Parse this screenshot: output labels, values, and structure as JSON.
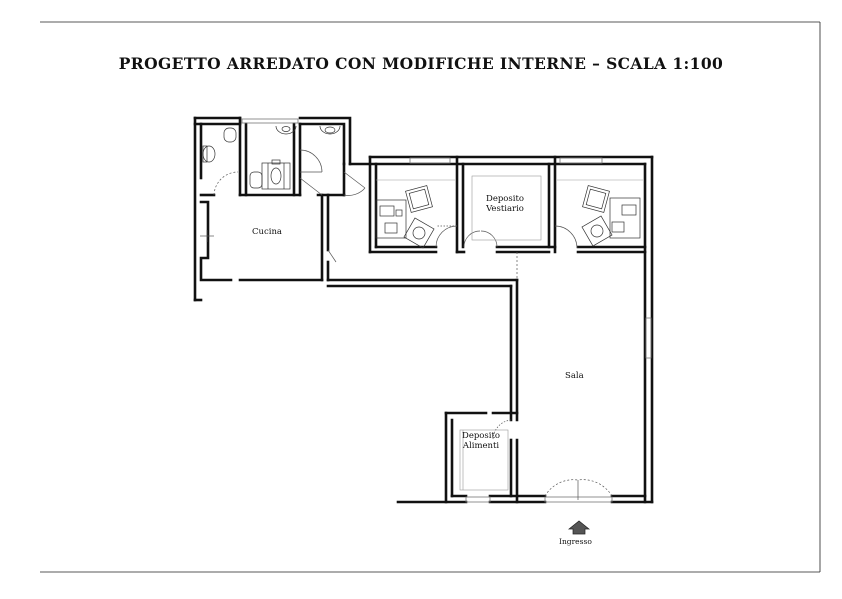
{
  "title": "PROGETTO ARREDATO CON MODIFICHE INTERNE – SCALA 1:100",
  "rooms": {
    "cucina": "Cucina",
    "deposito_vestiario_1": "Deposito",
    "deposito_vestiario_2": "Vestiario",
    "sala": "Sala",
    "deposito_alimenti_1": "Deposito",
    "deposito_alimenti_2": "Alimenti",
    "ingresso": "Ingresso"
  },
  "colors": {
    "wall": "#111111",
    "furniture": "#333333",
    "light_line": "#999999",
    "background": "#ffffff"
  },
  "icons": {
    "entrance": "entrance-arrow-icon"
  }
}
